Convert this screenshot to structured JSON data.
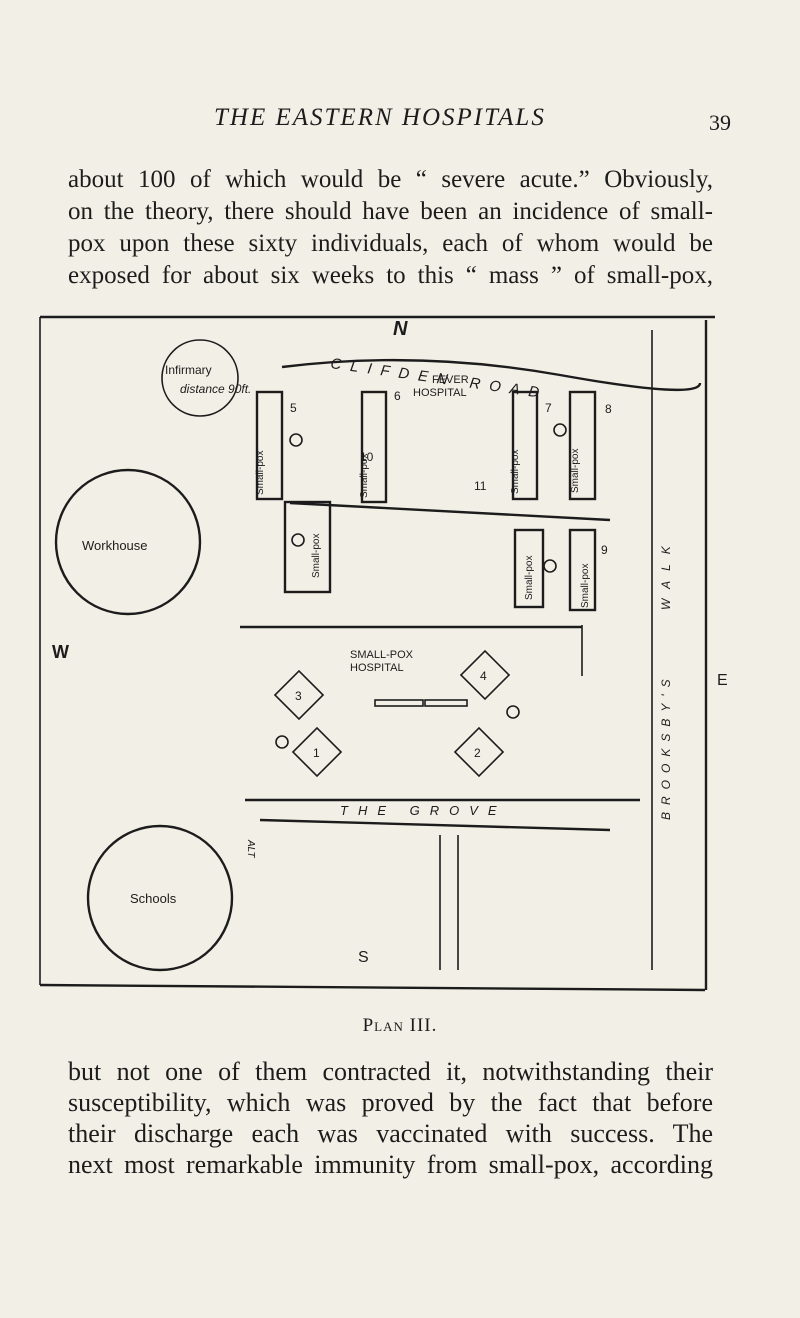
{
  "header": {
    "title": "THE EASTERN HOSPITALS",
    "page_number": "39"
  },
  "paragraph_top": [
    "about 100 of which would be “ severe acute.” Obviously,",
    "on the theory, there should have been an incidence of small-",
    "pox upon these sixty individuals, each of whom would be",
    "exposed for about six weeks to this “ mass ” of small-pox,"
  ],
  "plan": {
    "north": "N",
    "south": "S",
    "west": "W",
    "east": "E",
    "road_north": "CLIFDEN ROAD",
    "road_east": "WALK",
    "road_east_2": "BROOKSBY'S",
    "road_south": "THE GROVE",
    "road_west": "ALT",
    "infirmary": "Infirmary",
    "distance": "distance 90ft.",
    "workhouse": "Workhouse",
    "schools": "Schools",
    "fever_hospital": [
      "FEVER",
      "HOSPITAL"
    ],
    "smallpox_hospital": [
      "SMALL-POX",
      "HOSPITAL"
    ],
    "ward_label": "Small-pox",
    "ward_numbers": [
      "1",
      "2",
      "3",
      "4",
      "5",
      "6",
      "7",
      "8",
      "9",
      "10",
      "11"
    ]
  },
  "caption": "Plan III.",
  "paragraph_bottom": [
    "but not one of them contracted it, notwithstanding their",
    "susceptibility, which was proved by the fact that before",
    "their discharge each was vaccinated with success. The",
    "next most remarkable immunity from small-pox, according"
  ]
}
